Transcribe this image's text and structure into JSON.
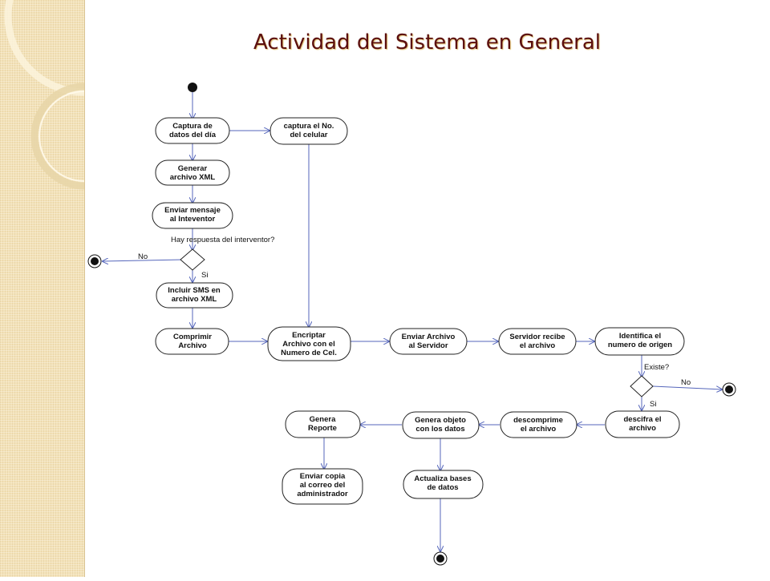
{
  "title": "Actividad del Sistema en General",
  "nodes": {
    "captura_datos": [
      "Captura de",
      "datos del día"
    ],
    "captura_celular": [
      "captura el No.",
      "del celular"
    ],
    "generar_xml": [
      "Generar",
      "archivo XML"
    ],
    "enviar_mensaje": [
      "Enviar mensaje",
      "al Inteventor"
    ],
    "incluir_sms": [
      "Incluir SMS en",
      "archivo XML"
    ],
    "comprimir": [
      "Comprimir",
      "Archivo"
    ],
    "encriptar": [
      "Encriptar",
      "Archivo con el",
      "Numero de Cel."
    ],
    "enviar_servidor": [
      "Enviar Archivo",
      "al Servidor"
    ],
    "servidor_recibe": [
      "Servidor recibe",
      "el archivo"
    ],
    "identifica": [
      "Identifica el",
      "numero de origen"
    ],
    "descifra": [
      "descifra el",
      "archivo"
    ],
    "descomprime": [
      "descomprime",
      "el archivo"
    ],
    "genera_objeto": [
      "Genera objeto",
      "con los datos"
    ],
    "genera_reporte": [
      "Genera",
      "Reporte"
    ],
    "actualiza": [
      "Actualiza bases",
      "de datos"
    ],
    "enviar_copia": [
      "Enviar copia",
      "al correo del",
      "administrador"
    ]
  },
  "decisions": {
    "respuesta": {
      "question": "Hay respuesta del interventor?",
      "no": "No",
      "yes": "Si"
    },
    "existe": {
      "question": "Existe?",
      "no": "No",
      "yes": "Si"
    }
  },
  "colors": {
    "edge": "#5566bb",
    "title": "#5b0f0f",
    "panel": "#f3e2b8"
  }
}
